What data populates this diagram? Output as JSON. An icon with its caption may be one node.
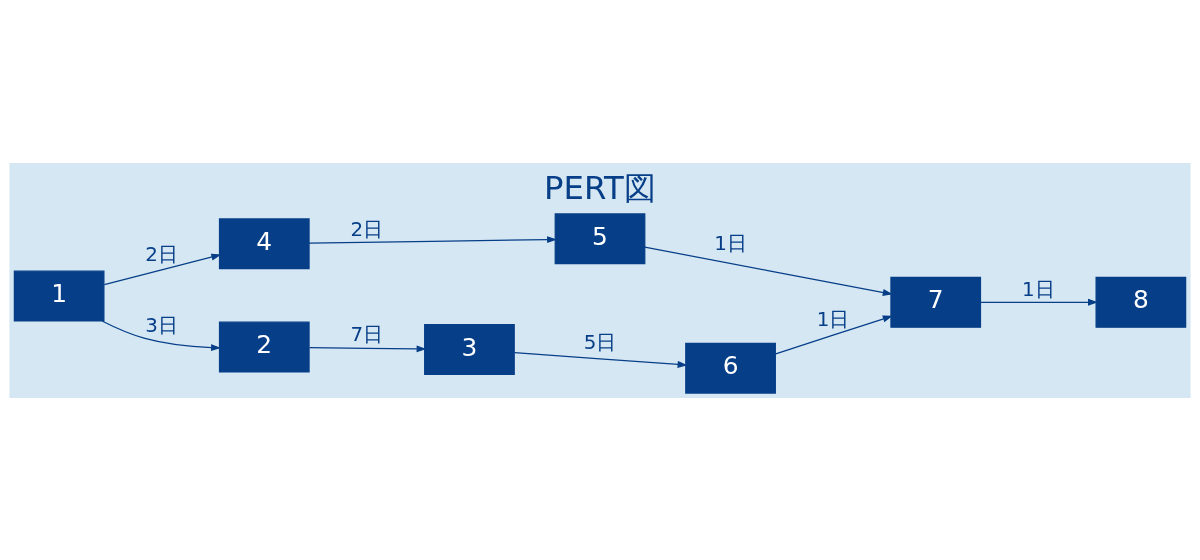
{
  "diagram": {
    "title": "PERT図",
    "nodes": [
      {
        "text": [
          "4"
        ]
      },
      {
        "text": [
          "5"
        ]
      },
      {
        "text": [
          "1"
        ]
      },
      {
        "text": [
          "2"
        ]
      },
      {
        "text": [
          "3"
        ]
      },
      {
        "text": [
          "6"
        ]
      },
      {
        "text": [
          "7"
        ]
      },
      {
        "text": [
          "8"
        ]
      }
    ],
    "edges": [
      {
        "from": 2,
        "to": 0,
        "arrow": "to",
        "label": "2日"
      },
      {
        "from": 0,
        "to": 1,
        "arrow": "to",
        "label": "2日"
      },
      {
        "from": 1,
        "to": 6,
        "arrow": "to",
        "label": "1日"
      },
      {
        "from": 2,
        "to": 3,
        "arrow": "to",
        "label": "3日"
      },
      {
        "from": 3,
        "to": 4,
        "arrow": "to",
        "label": "7日"
      },
      {
        "from": 4,
        "to": 5,
        "arrow": "to",
        "label": "5日"
      },
      {
        "from": 5,
        "to": 6,
        "arrow": "to",
        "label": "1日"
      },
      {
        "from": 6,
        "to": 7,
        "arrow": "to",
        "label": "1日"
      }
    ]
  }
}
